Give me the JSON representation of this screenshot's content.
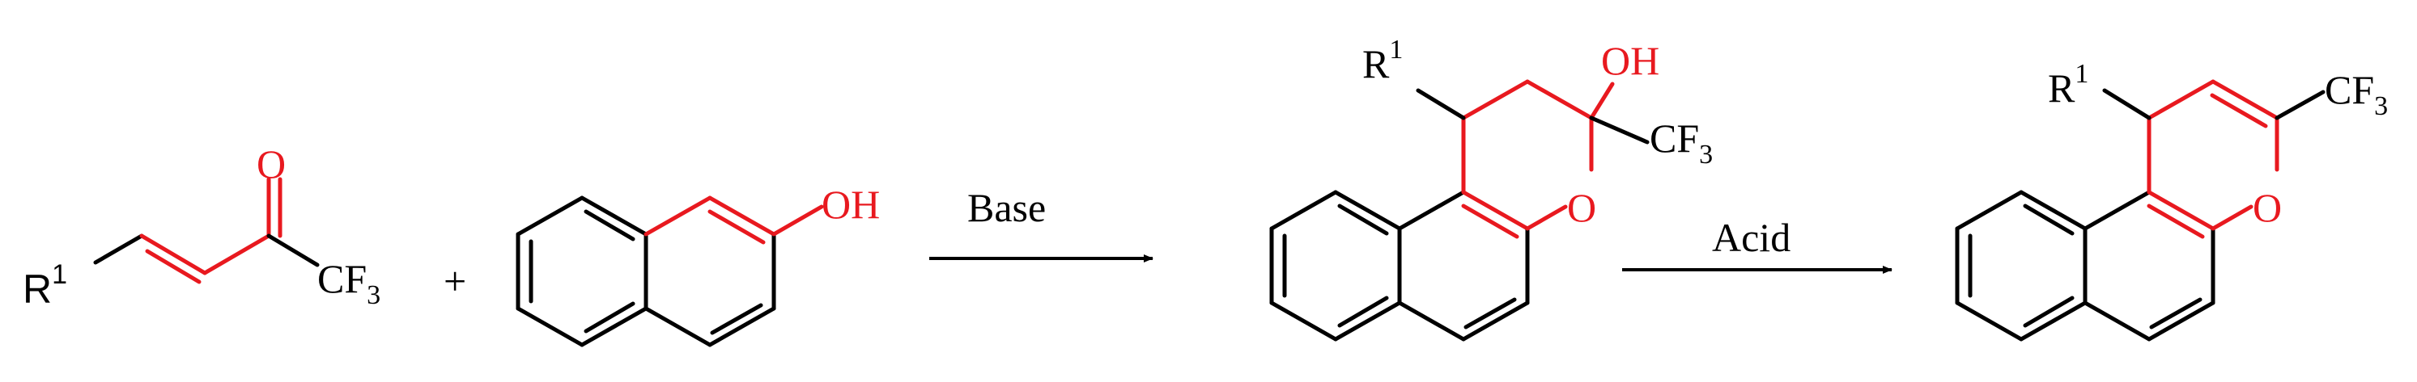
{
  "colors": {
    "bond_black": "#000000",
    "highlight_red": "#e8191f"
  },
  "reactant_enone": {
    "r_group": "R",
    "r_superscript": "1",
    "carbonyl_oxygen": "O",
    "cf3_main": "CF",
    "cf3_sub": "3"
  },
  "plus_sign": "+",
  "reactant_naphthol": {
    "hydroxyl": "OH"
  },
  "step1": {
    "reagent": "Base"
  },
  "intermediate": {
    "r_group": "R",
    "r_superscript": "1",
    "hydroxyl": "OH",
    "ring_oxygen": "O",
    "cf3_main": "CF",
    "cf3_sub": "3"
  },
  "step2": {
    "reagent": "Acid"
  },
  "product": {
    "r_group": "R",
    "r_superscript": "1",
    "ring_oxygen": "O",
    "cf3_main": "CF",
    "cf3_sub": "3"
  }
}
